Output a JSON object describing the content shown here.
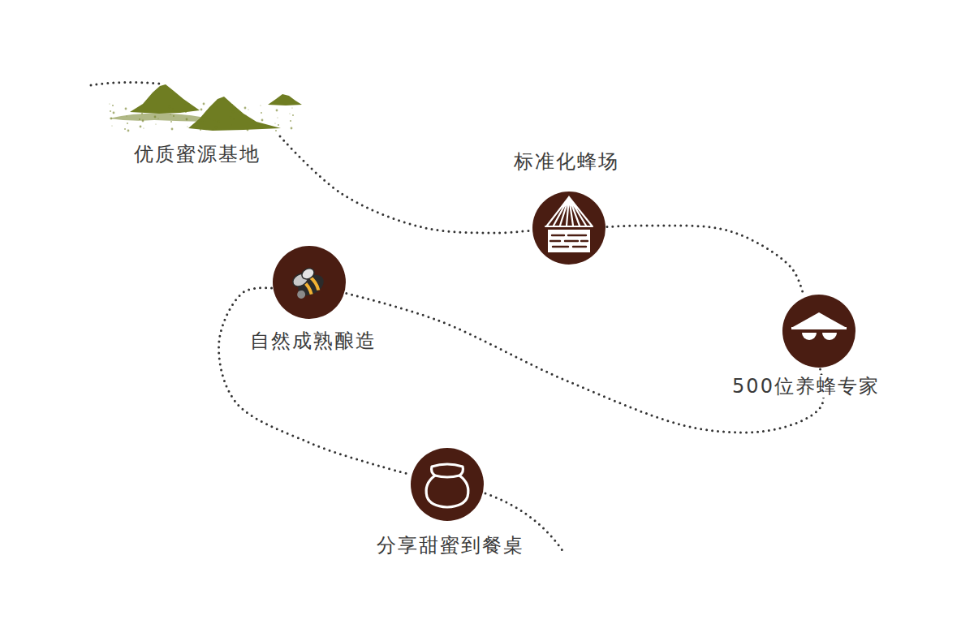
{
  "diagram": {
    "nodes": [
      {
        "text": [
          "优质蜜源基地"
        ]
      },
      {
        "text": [
          "标准化蜂场"
        ]
      },
      {
        "text": [
          "500位养蜂专家"
        ]
      },
      {
        "text": [
          "自然成熟酿造"
        ]
      },
      {
        "text": [
          "分享甜蜜到餐桌"
        ]
      }
    ],
    "edges": [
      {
        "from": 0,
        "to": 1,
        "arrow": "none"
      },
      {
        "from": 1,
        "to": 2,
        "arrow": "none"
      },
      {
        "from": 2,
        "to": 3,
        "arrow": "none"
      },
      {
        "from": 3,
        "to": 4,
        "arrow": "none"
      }
    ]
  }
}
